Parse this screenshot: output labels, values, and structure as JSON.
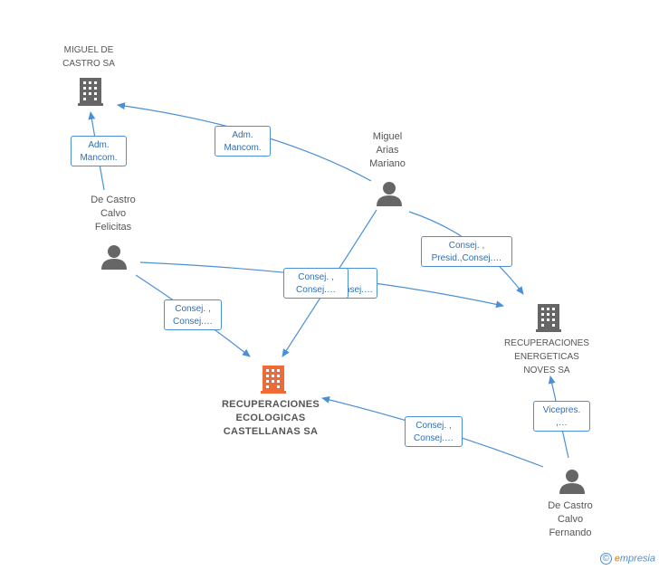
{
  "nodes": {
    "miguel_castro_sa": {
      "label": "MIGUEL DE\nCASTRO SA",
      "type": "company"
    },
    "miguel_arias": {
      "label": "Miguel\nArias\nMariano",
      "type": "person"
    },
    "castro_felicitas": {
      "label": "De Castro\nCalvo\nFelicitas",
      "type": "person"
    },
    "recup_energeticas": {
      "label": "RECUPERACIONES\nENERGETICAS\nNOVES SA",
      "type": "company"
    },
    "recup_ecologicas": {
      "label": "RECUPERACIONES\nECOLOGICAS\nCASTELLANAS SA",
      "type": "company-main"
    },
    "castro_fernando": {
      "label": "De Castro\nCalvo\nFernando",
      "type": "person"
    }
  },
  "relations": {
    "r1": "Adm.\nMancom.",
    "r2": "Adm.\nMancom.",
    "r3": "Consej. ,\nPresid.,Consej.…",
    "r4a": "Consej. ,\nConsej.…",
    "r4b": "Consej.…",
    "r5": "Consej. ,\nConsej.…",
    "r6": "Consej. ,\nConsej.…",
    "r7": "Vicepres.\n,…"
  },
  "colors": {
    "edge": "#4a90d9",
    "icon": "#666666",
    "main_icon": "#f06a35"
  },
  "footer": {
    "copyright": "©",
    "brand_e": "e",
    "brand_rest": "mpresia"
  }
}
